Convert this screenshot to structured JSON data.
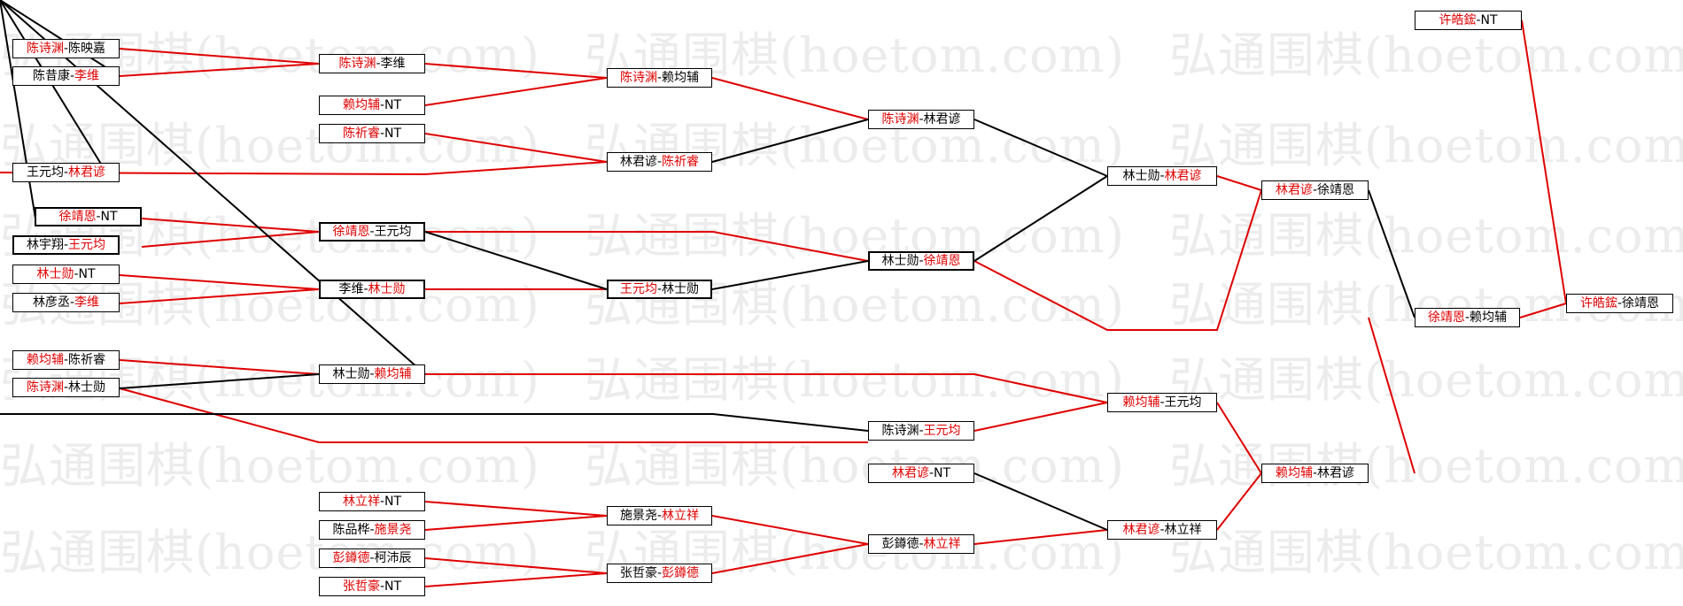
{
  "watermark": "弘通围棋(hoetom.com)",
  "colors": {
    "win": "#e00000",
    "line_black": "#000000",
    "line_red": "#e00000",
    "watermark": "#ececec"
  },
  "nodes": [
    {
      "id": "r1_1",
      "a": "陈诗渊",
      "b": "陈映嘉",
      "winner": "a"
    },
    {
      "id": "r1_2",
      "a": "陈昔康",
      "b": "李维",
      "winner": "b"
    },
    {
      "id": "r1_3",
      "a": "王元均",
      "b": "林君谚",
      "winner": "b"
    },
    {
      "id": "r1_4",
      "a": "徐靖恩",
      "b": "NT",
      "winner": "a"
    },
    {
      "id": "r1_5",
      "a": "林宇翔",
      "b": "王元均",
      "winner": "b"
    },
    {
      "id": "r1_6",
      "a": "林士勋",
      "b": "NT",
      "winner": "a"
    },
    {
      "id": "r1_7",
      "a": "林彦丞",
      "b": "李维",
      "winner": "b"
    },
    {
      "id": "r1_8",
      "a": "赖均辅",
      "b": "陈祈睿",
      "winner": "a"
    },
    {
      "id": "r1_9",
      "a": "陈诗渊",
      "b": "林士勋",
      "winner": "a"
    },
    {
      "id": "r2_1",
      "a": "陈诗渊",
      "b": "李维",
      "winner": "a"
    },
    {
      "id": "r2_2",
      "a": "赖均辅",
      "b": "NT",
      "winner": "a"
    },
    {
      "id": "r2_3",
      "a": "陈祈睿",
      "b": "NT",
      "winner": "a"
    },
    {
      "id": "r2_4",
      "a": "徐靖恩",
      "b": "王元均",
      "winner": "a"
    },
    {
      "id": "r2_5",
      "a": "李维",
      "b": "林士勋",
      "winner": "b"
    },
    {
      "id": "r2_6",
      "a": "林士勋",
      "b": "赖均辅",
      "winner": "b"
    },
    {
      "id": "r2_7",
      "a": "林立祥",
      "b": "NT",
      "winner": "a"
    },
    {
      "id": "r2_8",
      "a": "陈品桦",
      "b": "施景尧",
      "winner": "b"
    },
    {
      "id": "r2_9",
      "a": "彭鐏德",
      "b": "柯沛辰",
      "winner": "a"
    },
    {
      "id": "r2_10",
      "a": "张哲豪",
      "b": "NT",
      "winner": "a"
    },
    {
      "id": "r3_1",
      "a": "陈诗渊",
      "b": "赖均辅",
      "winner": "a"
    },
    {
      "id": "r3_2",
      "a": "林君谚",
      "b": "陈祈睿",
      "winner": "b"
    },
    {
      "id": "r3_3",
      "a": "王元均",
      "b": "林士勋",
      "winner": "a"
    },
    {
      "id": "r3_4",
      "a": "施景尧",
      "b": "林立祥",
      "winner": "b"
    },
    {
      "id": "r3_5",
      "a": "张哲豪",
      "b": "彭鐏德",
      "winner": "b"
    },
    {
      "id": "r4_1",
      "a": "陈诗渊",
      "b": "林君谚",
      "winner": "a"
    },
    {
      "id": "r4_2",
      "a": "林士勋",
      "b": "徐靖恩",
      "winner": "b"
    },
    {
      "id": "r4_3",
      "a": "陈诗渊",
      "b": "王元均",
      "winner": "b"
    },
    {
      "id": "r4_4",
      "a": "林君谚",
      "b": "NT",
      "winner": "a"
    },
    {
      "id": "r4_5",
      "a": "彭鐏德",
      "b": "林立祥",
      "winner": "b"
    },
    {
      "id": "r5_1",
      "a": "林士勋",
      "b": "林君谚",
      "winner": "b"
    },
    {
      "id": "r5_2",
      "a": "赖均辅",
      "b": "王元均",
      "winner": "a"
    },
    {
      "id": "r5_3",
      "a": "林君谚",
      "b": "林立祥",
      "winner": "a"
    },
    {
      "id": "r6_1",
      "a": "林君谚",
      "b": "徐靖恩",
      "winner": "a"
    },
    {
      "id": "r6_2",
      "a": "赖均辅",
      "b": "林君谚",
      "winner": "a"
    },
    {
      "id": "r7_1",
      "a": "徐靖恩",
      "b": "赖均辅",
      "winner": "a"
    },
    {
      "id": "r7_2",
      "a": "许皓鋐",
      "b": "NT",
      "winner": "a"
    },
    {
      "id": "r8_1",
      "a": "许皓鋐",
      "b": "徐靖恩",
      "winner": "a"
    }
  ]
}
